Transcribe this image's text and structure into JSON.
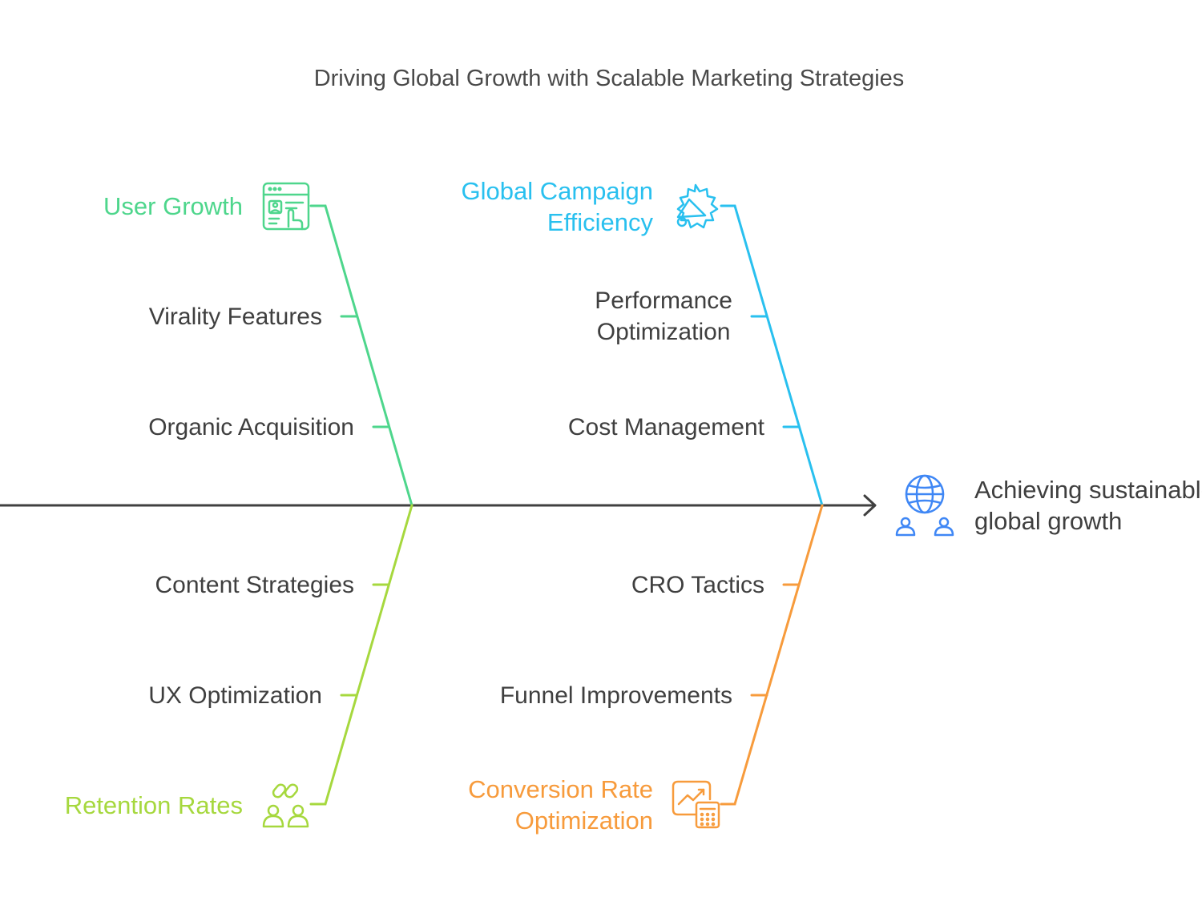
{
  "title": "Driving Global Growth with Scalable Marketing Strategies",
  "categories": {
    "user_growth": {
      "label": "User Growth",
      "color": "#4ed68c",
      "icon": "web-touch-icon",
      "causes": [
        "Virality Features",
        "Organic Acquisition"
      ]
    },
    "campaign": {
      "label_line1": "Global Campaign",
      "label_line2": "Efficiency",
      "color": "#29c0ef",
      "icon": "megaphone-icon",
      "causes": {
        "perf_line1": "Performance",
        "perf_line2": "Optimization",
        "cost": "Cost Management"
      }
    },
    "retention": {
      "label": "Retention Rates",
      "color": "#a6d83e",
      "icon": "people-link-icon",
      "causes": [
        "Content Strategies",
        "UX Optimization"
      ]
    },
    "conversion": {
      "label_line1": "Conversion Rate",
      "label_line2": "Optimization",
      "color": "#f79b3c",
      "icon": "chart-calculator-icon",
      "causes": [
        "CRO Tactics",
        "Funnel Improvements"
      ]
    }
  },
  "outcome": {
    "line1": "Achieving sustainable",
    "line2": "global growth",
    "color": "#3f87f5",
    "icon": "globe-people-icon"
  },
  "spine_color": "#404040"
}
